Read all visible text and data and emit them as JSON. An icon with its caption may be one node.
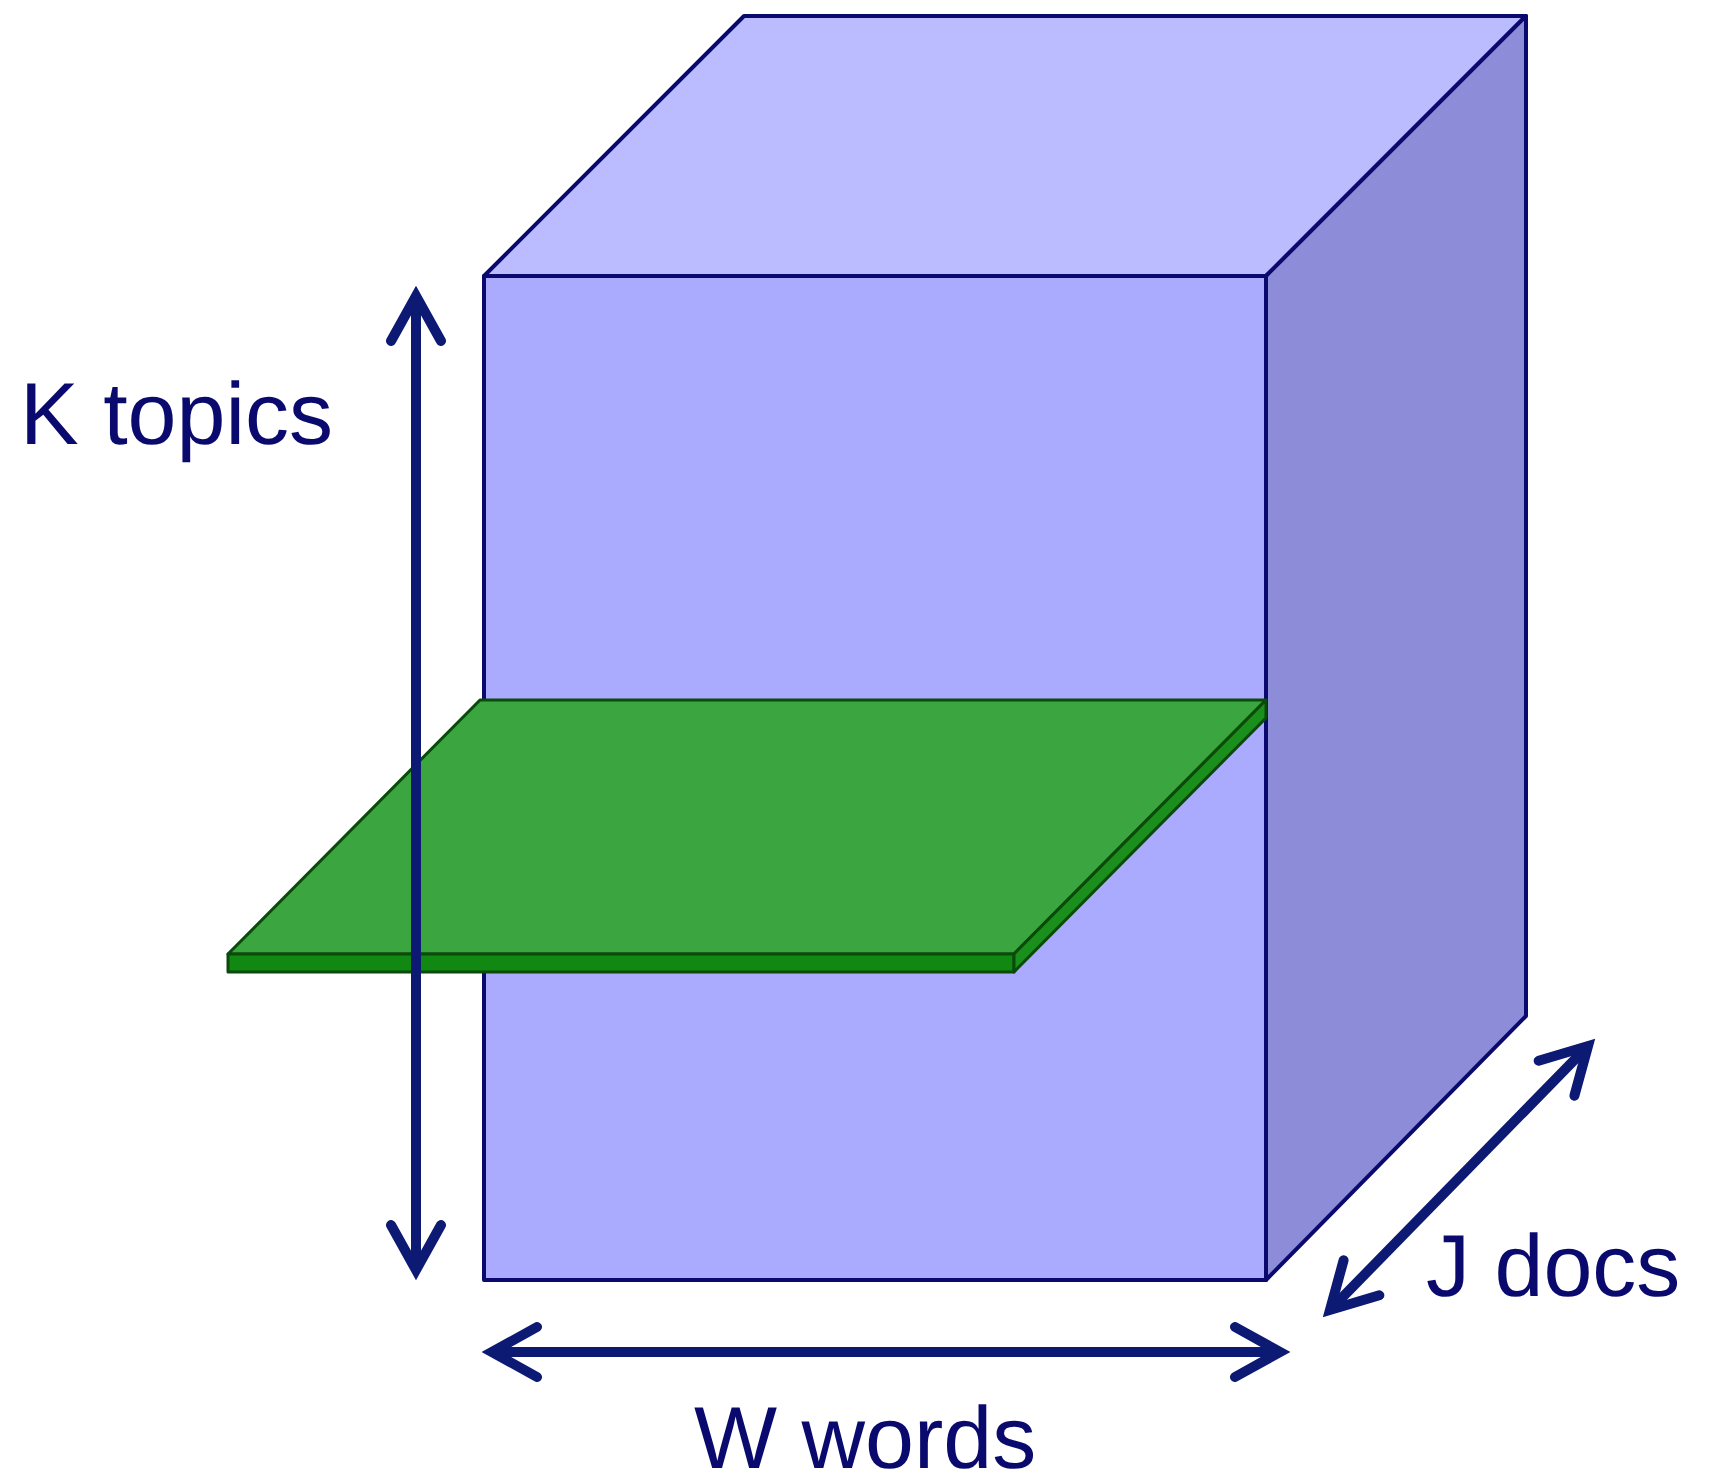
{
  "diagram": {
    "labels": [
      "K topics",
      "W words",
      "J docs"
    ]
  }
}
